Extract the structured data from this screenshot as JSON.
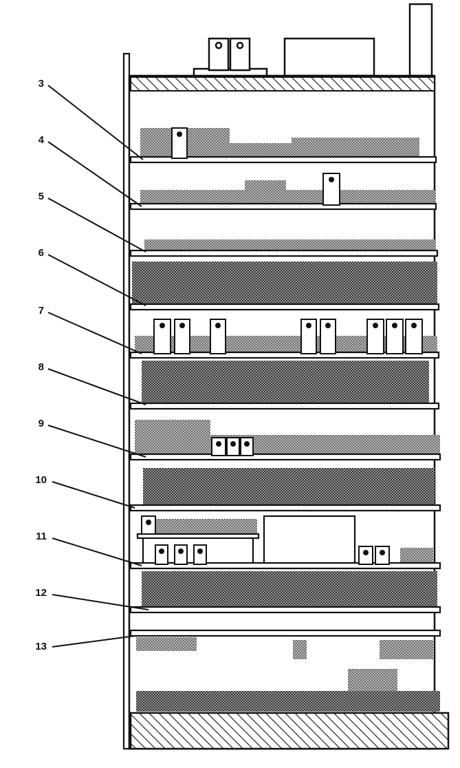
{
  "callouts": [
    {
      "id": "3",
      "label": "3"
    },
    {
      "id": "4",
      "label": "4"
    },
    {
      "id": "5",
      "label": "5"
    },
    {
      "id": "6",
      "label": "6"
    },
    {
      "id": "7",
      "label": "7"
    },
    {
      "id": "8",
      "label": "8"
    },
    {
      "id": "9",
      "label": "9"
    },
    {
      "id": "10",
      "label": "10"
    },
    {
      "id": "11",
      "label": "11"
    },
    {
      "id": "12",
      "label": "12"
    },
    {
      "id": "13",
      "label": "13"
    }
  ],
  "colors": {
    "ink": "#111111",
    "paper": "#ffffff",
    "stipple": "#8a8a8a"
  }
}
